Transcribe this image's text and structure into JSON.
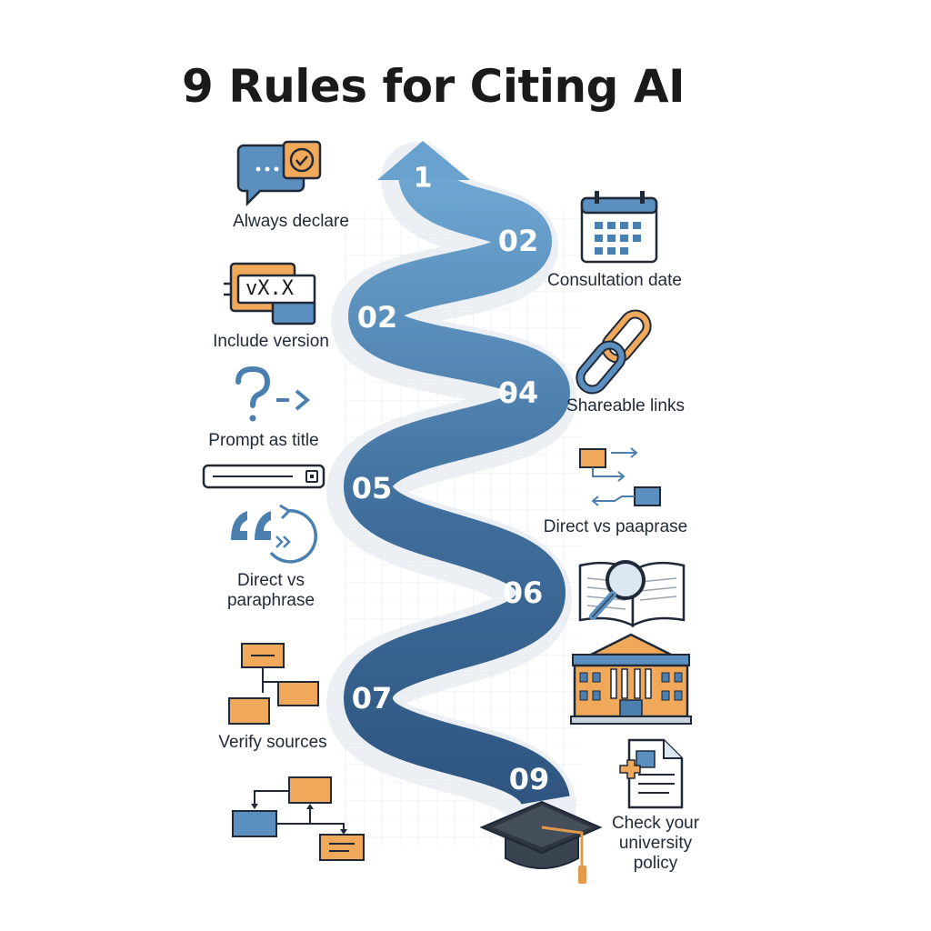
{
  "title": "9 Rules for Citing AI",
  "path": {
    "arrow_number": "1",
    "steps": [
      "02",
      "02",
      "04",
      "05",
      "06",
      "07",
      "09"
    ]
  },
  "left_items": [
    {
      "label": "Always declare",
      "icon": "chat-check-icon"
    },
    {
      "label": "Include version",
      "icon": "version-tag-icon",
      "icon_text": "vX.X"
    },
    {
      "label": "Prompt as title",
      "icon": "question-arrow-icon"
    },
    {
      "label": "",
      "icon": "input-bar-icon"
    },
    {
      "label": "Direct vs\nparaphrase",
      "icon": "quote-arrow-icon"
    },
    {
      "label": "Verify sources",
      "icon": "flowchart-icon"
    },
    {
      "label": "",
      "icon": "flowchart-small-icon"
    }
  ],
  "right_items": [
    {
      "label": "Consultation date",
      "icon": "calendar-icon"
    },
    {
      "label": "Shareable links",
      "icon": "chain-link-icon"
    },
    {
      "label": "Direct vs paaprase",
      "icon": "arrows-boxes-icon"
    },
    {
      "label": "",
      "icon": "book-magnifier-icon"
    },
    {
      "label": "",
      "icon": "university-building-icon"
    },
    {
      "label": "Check your\nuniversity\npolicy",
      "icon": "document-icon"
    }
  ],
  "colors": {
    "path_dark": "#3b6a97",
    "path_light": "#6ea4cf",
    "icon_blue": "#4a7fb0",
    "icon_orange": "#f0a95b",
    "outline": "#1f2937"
  }
}
